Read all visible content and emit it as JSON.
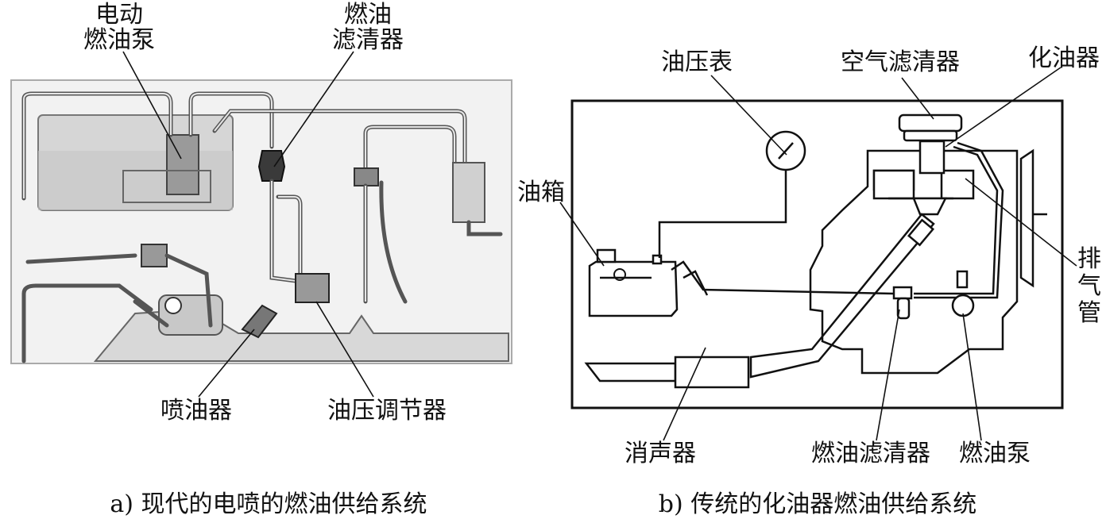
{
  "panel_a": {
    "labels": {
      "pump_line1": "电动",
      "pump_line2": "燃油泵",
      "filter_line1": "燃油",
      "filter_line2": "滤清器",
      "injector": "喷油器",
      "regulator": "油压调节器"
    },
    "caption": "a) 现代的电喷的燃油供给系统"
  },
  "panel_b": {
    "labels": {
      "gauge": "油压表",
      "air_filter": "空气滤清器",
      "carburetor": "化油器",
      "tank": "油箱",
      "exhaust_1": "排",
      "exhaust_2": "气",
      "exhaust_3": "管",
      "muffler": "消声器",
      "fuel_filter": "燃油滤清器",
      "fuel_pump": "燃油泵"
    },
    "caption": "b) 传统的化油器燃油供给系统"
  },
  "colors": {
    "line": "#111111",
    "pipe": "#555555",
    "photo_bg": "#f2f2f2",
    "tank_fill": "#d6d6d6"
  }
}
